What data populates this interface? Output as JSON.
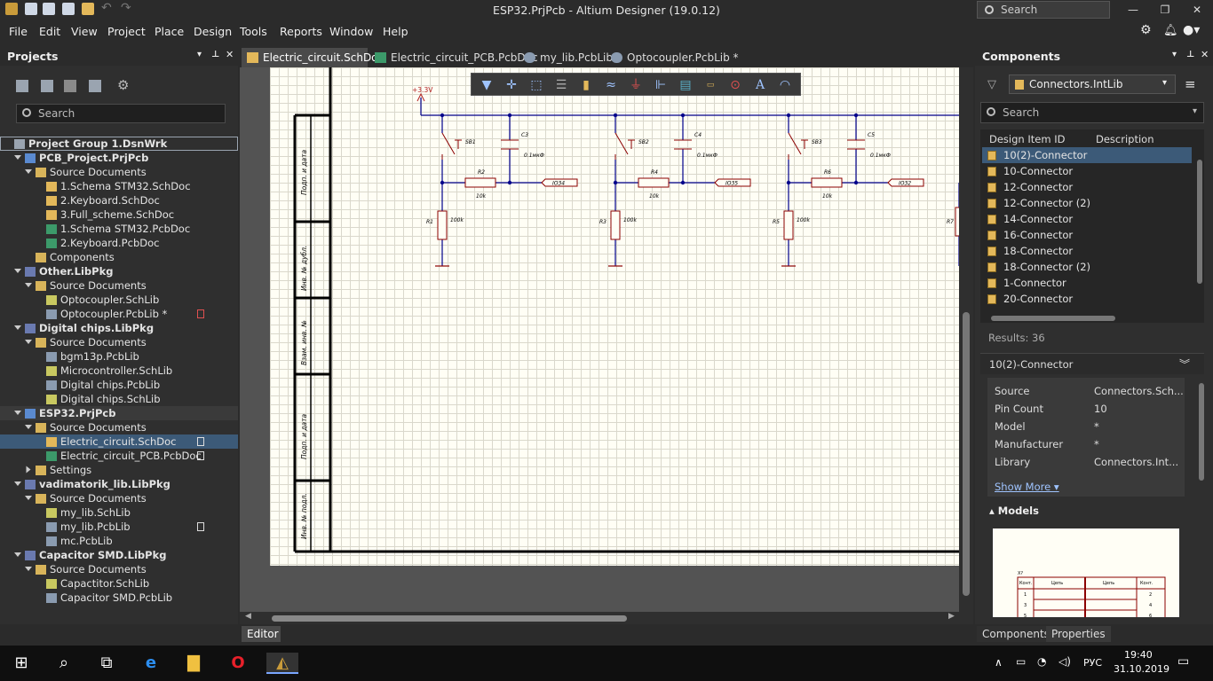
{
  "window": {
    "title": "ESP32.PrjPcb - Altium Designer (19.0.12)",
    "search_placeholder": "Search"
  },
  "menu": [
    "File",
    "Edit",
    "View",
    "Project",
    "Place",
    "Design",
    "Tools",
    "Reports",
    "Window",
    "Help"
  ],
  "projects_panel": {
    "title": "Projects",
    "search_placeholder": "Search",
    "tree": [
      {
        "label": "Project Group 1.DsnWrk",
        "level": 0,
        "bold": true,
        "icon": "workspace-icon",
        "sel": "outline"
      },
      {
        "label": "PCB_Project.PrjPcb",
        "level": 1,
        "bold": true,
        "icon": "project-icon",
        "tri": true
      },
      {
        "label": "Source Documents",
        "level": 2,
        "icon": "folder-icon",
        "tri": true
      },
      {
        "label": "1.Schema STM32.SchDoc",
        "level": 3,
        "icon": "schdoc-icon"
      },
      {
        "label": "2.Keyboard.SchDoc",
        "level": 3,
        "icon": "schdoc-icon"
      },
      {
        "label": "3.Full_scheme.SchDoc",
        "level": 3,
        "icon": "schdoc-icon"
      },
      {
        "label": "1.Schema STM32.PcbDoc",
        "level": 3,
        "icon": "pcbdoc-icon"
      },
      {
        "label": "2.Keyboard.PcbDoc",
        "level": 3,
        "icon": "pcbdoc-icon"
      },
      {
        "label": "Components",
        "level": 2,
        "icon": "folder-icon"
      },
      {
        "label": "Other.LibPkg",
        "level": 1,
        "bold": true,
        "icon": "libpkg-icon",
        "tri": true
      },
      {
        "label": "Source Documents",
        "level": 2,
        "icon": "folder-icon",
        "tri": true
      },
      {
        "label": "Optocoupler.SchLib",
        "level": 3,
        "icon": "schlib-icon"
      },
      {
        "label": "Optocoupler.PcbLib *",
        "level": 3,
        "icon": "pcblib-icon",
        "mark": "red"
      },
      {
        "label": "Digital chips.LibPkg",
        "level": 1,
        "bold": true,
        "icon": "libpkg-icon",
        "tri": true
      },
      {
        "label": "Source Documents",
        "level": 2,
        "icon": "folder-icon",
        "tri": true
      },
      {
        "label": "bgm13p.PcbLib",
        "level": 3,
        "icon": "pcblib-icon"
      },
      {
        "label": "Microcontroller.SchLib",
        "level": 3,
        "icon": "schlib-icon"
      },
      {
        "label": "Digital chips.PcbLib",
        "level": 3,
        "icon": "pcblib-icon"
      },
      {
        "label": "Digital chips.SchLib",
        "level": 3,
        "icon": "schlib-icon"
      },
      {
        "label": "ESP32.PrjPcb",
        "level": 1,
        "bold": true,
        "icon": "project-icon",
        "tri": true,
        "sel": "hl"
      },
      {
        "label": "Source Documents",
        "level": 2,
        "icon": "folder-icon",
        "tri": true
      },
      {
        "label": "Electric_circuit.SchDoc",
        "level": 3,
        "icon": "schdoc-icon",
        "sel": "sel",
        "mark": "white"
      },
      {
        "label": "Electric_circuit_PCB.PcbDoc",
        "level": 3,
        "icon": "pcbdoc-icon",
        "mark": "white"
      },
      {
        "label": "Settings",
        "level": 2,
        "icon": "folder-icon",
        "tri": "right"
      },
      {
        "label": "vadimatorik_lib.LibPkg",
        "level": 1,
        "bold": true,
        "icon": "libpkg-icon",
        "tri": true
      },
      {
        "label": "Source Documents",
        "level": 2,
        "icon": "folder-icon",
        "tri": true
      },
      {
        "label": "my_lib.SchLib",
        "level": 3,
        "icon": "schlib-icon"
      },
      {
        "label": "my_lib.PcbLib",
        "level": 3,
        "icon": "pcblib-icon",
        "mark": "white"
      },
      {
        "label": "mc.PcbLib",
        "level": 3,
        "icon": "pcblib-icon"
      },
      {
        "label": "Capacitor SMD.LibPkg",
        "level": 1,
        "bold": true,
        "icon": "libpkg-icon",
        "tri": true
      },
      {
        "label": "Source Documents",
        "level": 2,
        "icon": "folder-icon",
        "tri": true
      },
      {
        "label": "Capactitor.SchLib",
        "level": 3,
        "icon": "schlib-icon"
      },
      {
        "label": "Capacitor SMD.PcbLib",
        "level": 3,
        "icon": "pcblib-icon"
      }
    ]
  },
  "tabs": [
    {
      "label": "Electric_circuit.SchDoc",
      "active": true,
      "icon": "schdoc-icon"
    },
    {
      "label": "Electric_circuit_PCB.PcbDoc",
      "icon": "pcbdoc-icon"
    },
    {
      "label": "my_lib.PcbLib",
      "icon": "pcblib-icon"
    },
    {
      "label": "Optocoupler.PcbLib *",
      "icon": "pcblib-icon"
    }
  ],
  "schematic": {
    "supply": "+3.3V",
    "stamp_labels": [
      "Подп. и дата",
      "Инв. № дубл.",
      "Взам. инв. №",
      "Подп. и дата",
      "Инв. № подл."
    ],
    "stages": [
      {
        "sw": "SB1",
        "cap": "C3",
        "cap_val": "0.1мкФ",
        "r": "R2",
        "r_val": "10k",
        "pull": "R1",
        "pull_val": "100k",
        "net": "IO34"
      },
      {
        "sw": "SB2",
        "cap": "C4",
        "cap_val": "0.1мкФ",
        "r": "R4",
        "r_val": "10k",
        "pull": "R3",
        "pull_val": "100k",
        "net": "IO35"
      },
      {
        "sw": "SB3",
        "cap": "C5",
        "cap_val": "0.1мкФ",
        "r": "R6",
        "r_val": "10k",
        "pull": "R5",
        "pull_val": "100k",
        "net": "IO32"
      }
    ],
    "partial": "R7"
  },
  "editor_tab": "Editor",
  "components_panel": {
    "title": "Components",
    "library": "Connectors.IntLib",
    "search_placeholder": "Search",
    "col_id": "Design Item ID",
    "col_desc": "Description",
    "items": [
      "10(2)-Connector",
      "10-Connector",
      "12-Connector",
      "12-Connector (2)",
      "14-Connector",
      "16-Connector",
      "18-Connector",
      "18-Connector (2)",
      "1-Connector",
      "20-Connector"
    ],
    "results": "Results: 36",
    "detail_title": "10(2)-Connector",
    "props": [
      {
        "k": "Source",
        "v": "Connectors.Sch..."
      },
      {
        "k": "Pin Count",
        "v": "10"
      },
      {
        "k": "Model",
        "v": "*"
      },
      {
        "k": "Manufacturer",
        "v": "*"
      },
      {
        "k": "Library",
        "v": "Connectors.Int..."
      }
    ],
    "show_more": "Show More ▾",
    "models_title": "▴ Models",
    "preview": {
      "ref": "X?",
      "h1": "Конт.",
      "h2": "Цепь",
      "h3": "Цепь",
      "h4": "Конт.",
      "rows": [
        [
          "1",
          "2"
        ],
        [
          "3",
          "4"
        ],
        [
          "5",
          "6"
        ]
      ]
    }
  },
  "bottom_tabs": [
    "Components",
    "Properties"
  ],
  "taskbar": {
    "lang": "РУС",
    "time": "19:40",
    "date": "31.10.2019"
  }
}
